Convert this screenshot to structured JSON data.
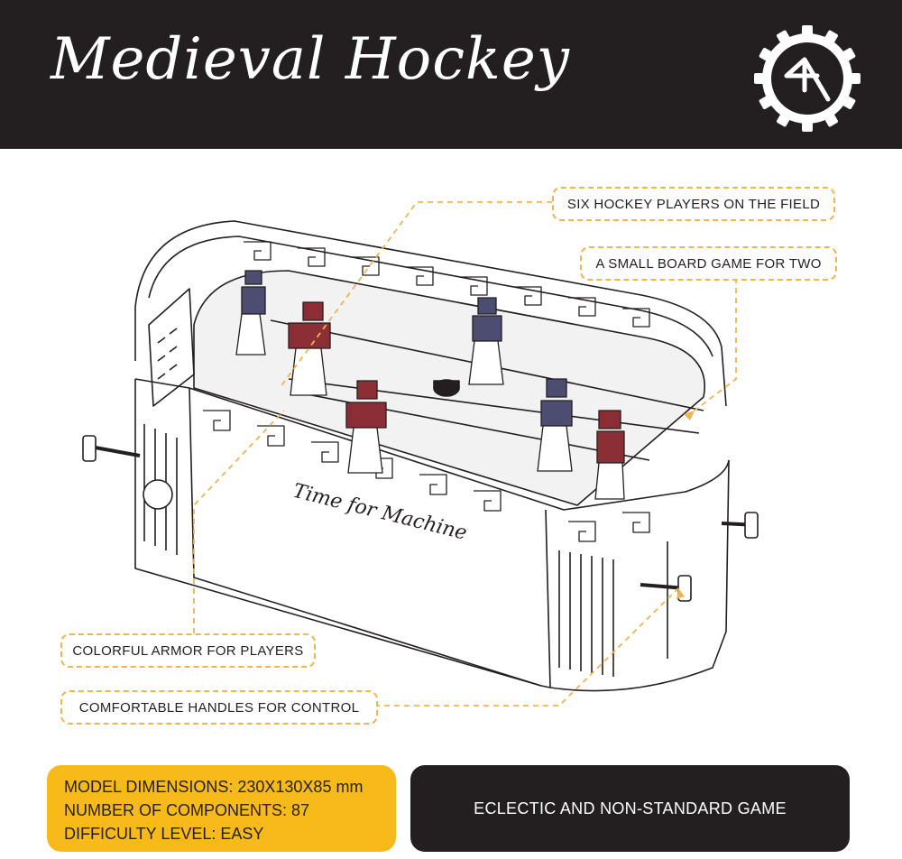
{
  "header": {
    "title": "Medieval Hockey",
    "logo_icon": "gear-logo-icon"
  },
  "illustration": {
    "engraving": "Time for Machine",
    "icon": "hockey-board-game-illustration"
  },
  "callouts": [
    {
      "label": "SIX HOCKEY PLAYERS ON THE FIELD"
    },
    {
      "label": "A SMALL BOARD GAME FOR TWO"
    },
    {
      "label": "COLORFUL ARMOR FOR PLAYERS"
    },
    {
      "label": "COMFORTABLE HANDLES FOR CONTROL"
    }
  ],
  "specs": {
    "dimensions": "MODEL DIMENSIONS: 230X130X85 mm",
    "components": "NUMBER OF COMPONENTS: 87",
    "difficulty": "DIFFICULTY LEVEL: EASY"
  },
  "tagline": "ECLECTIC AND NON-STANDARD GAME",
  "colors": {
    "dark": "#231f20",
    "accent_yellow": "#f8b91b",
    "callout_border": "#f2b450",
    "armor_red": "#8c2e35",
    "armor_blue": "#4d4d72"
  }
}
